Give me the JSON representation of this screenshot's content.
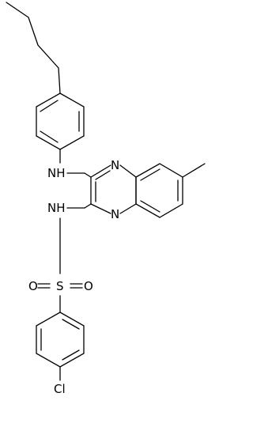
{
  "labels": {
    "nh_upper": "NH",
    "n_top": "N",
    "n_bottom": "N",
    "nh_lower": "NH",
    "s": "S",
    "o_left": "O",
    "o_right": "O",
    "cl": "Cl"
  },
  "colors": {
    "bond": "#000000",
    "text": "#000000",
    "background": "#ffffff"
  }
}
